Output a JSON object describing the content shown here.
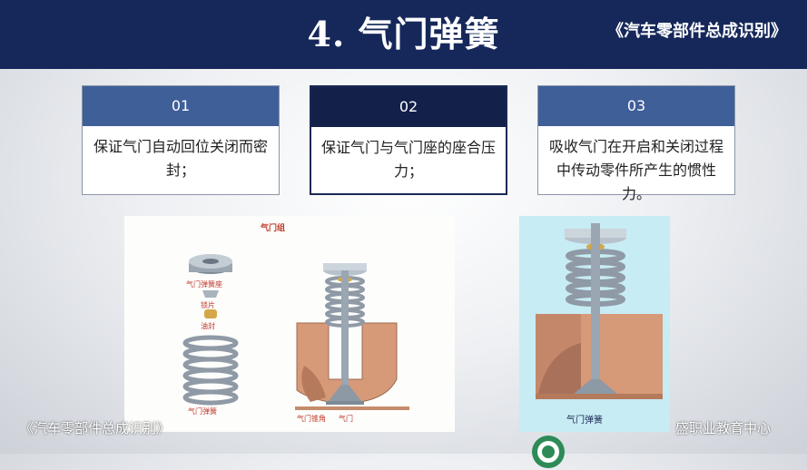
{
  "header": {
    "title": "4. 气门弹簧",
    "subtitle": "《汽车零部件总成识别》"
  },
  "cards": [
    {
      "num": "01",
      "text": "保证气门自动回位关闭而密封；"
    },
    {
      "num": "02",
      "text": "保证气门与气门座的座合压力；"
    },
    {
      "num": "03",
      "text": "吸收气门在开启和关闭过程中传动零件所产生的惯性力。"
    }
  ],
  "left_figure": {
    "heading": "气门组",
    "parts": [
      "气门弹簧座",
      "锁片",
      "油封",
      "气门弹簧"
    ],
    "angle_label": "气门锥角",
    "valve_label": "气门"
  },
  "right_figure": {
    "caption": "气门弹簧"
  },
  "footer": {
    "left": "《汽车零部件总成识别》",
    "right": "盛职业教育中心"
  },
  "colors": {
    "header_bg": "#16285a",
    "card_head": "#3f5f99",
    "card_head_dark": "#12204a",
    "label_red": "#c0392b"
  }
}
